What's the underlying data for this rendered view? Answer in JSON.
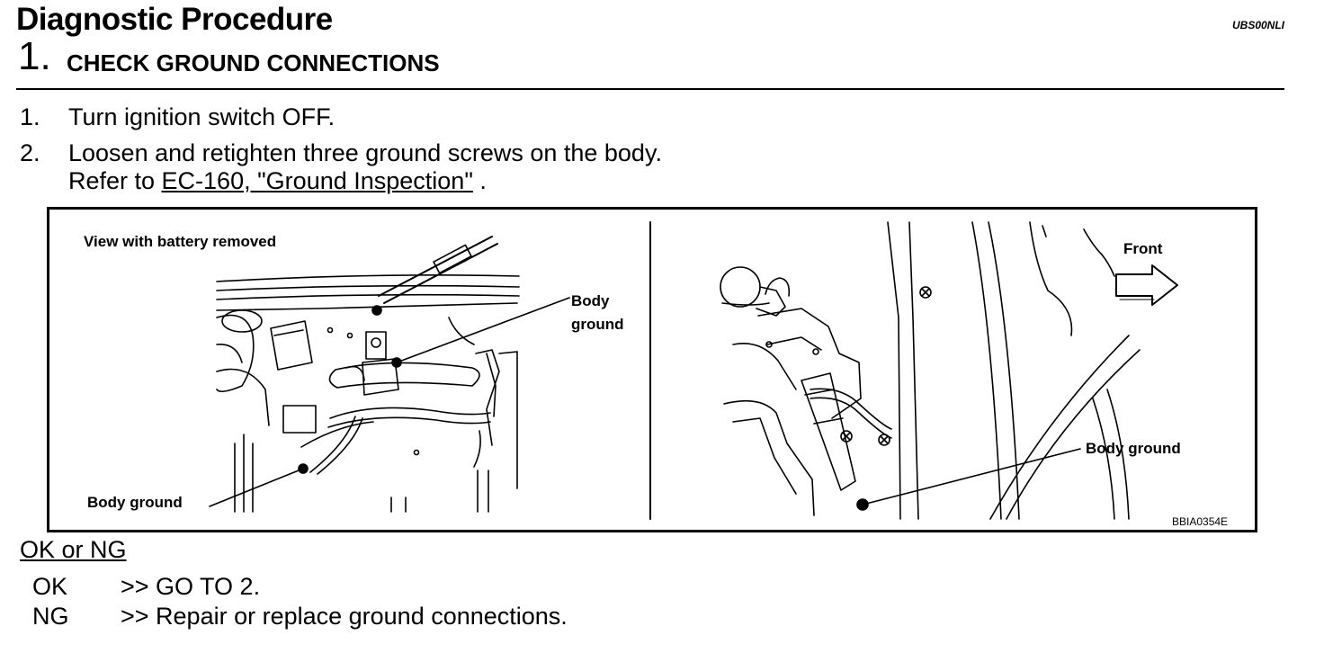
{
  "header": {
    "title": "Diagnostic Procedure",
    "doc_code": "UBS00NLI"
  },
  "step": {
    "number": "1.",
    "title": "CHECK GROUND CONNECTIONS"
  },
  "instructions": [
    {
      "num": "1.",
      "text": "Turn ignition switch OFF."
    },
    {
      "num": "2.",
      "text": "Loosen and retighten three ground screws on the body."
    }
  ],
  "reference": {
    "prefix": "Refer to ",
    "link": "EC-160, \"Ground Inspection\"",
    "suffix": " ."
  },
  "figure": {
    "left_caption": "View with battery removed",
    "body_ground_top_line1": "Body",
    "body_ground_top_line2": "ground",
    "body_ground_bottom_left": "Body ground",
    "front_label": "Front",
    "body_ground_right": "Body ground",
    "figure_code": "BBIA0354E"
  },
  "result": {
    "heading": "OK or NG",
    "ok_key": "OK",
    "ok_action": ">> GO TO 2.",
    "ng_key": "NG",
    "ng_action": ">> Repair or replace ground connections."
  }
}
